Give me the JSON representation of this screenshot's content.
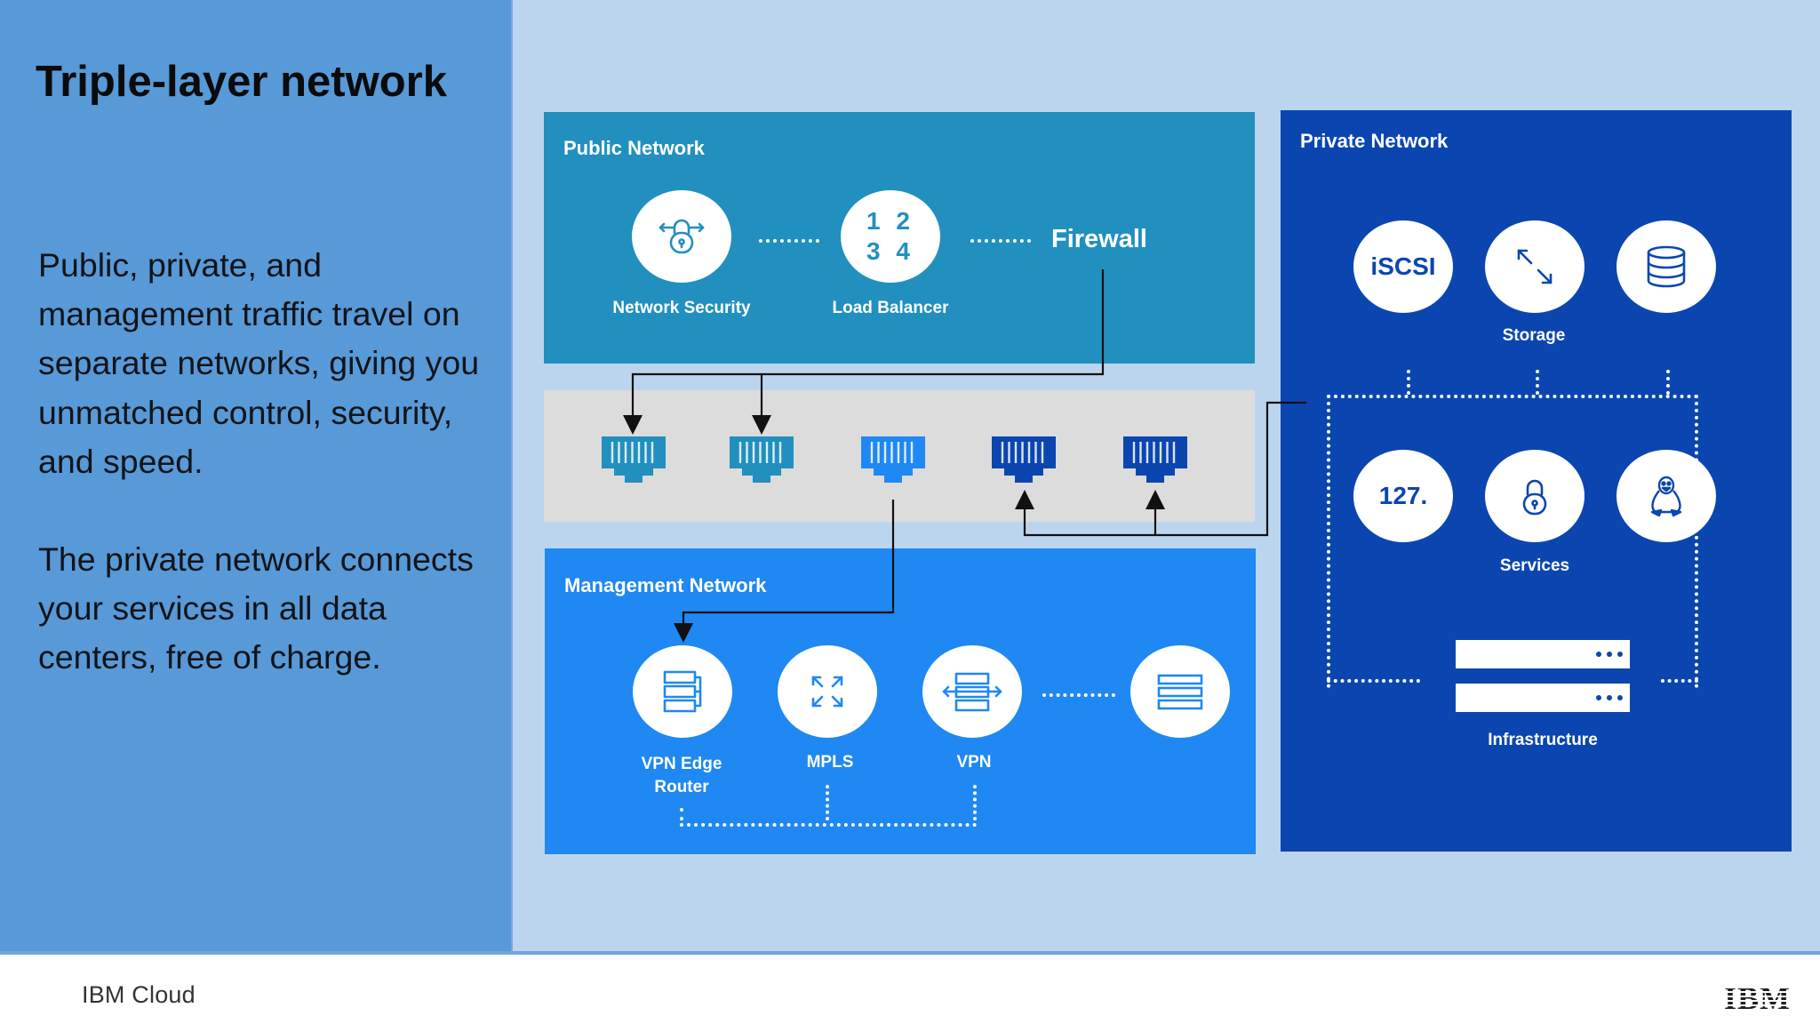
{
  "slide": {
    "title": "Triple-layer network",
    "paragraph_1": "Public, private, and management traffic travel on separate networks, giving you unmatched control, security, and speed.",
    "paragraph_2": "The private network connects your services in all data centers, free of charge."
  },
  "public_network": {
    "title": "Public Network",
    "network_security": {
      "label": "Network Security",
      "icon": "lock-arrows-icon"
    },
    "load_balancer": {
      "label": "Load Balancer",
      "icon_text_line1": "1 2",
      "icon_text_line2": "3 4"
    },
    "firewall_label": "Firewall"
  },
  "switch": {
    "ports": [
      {
        "icon": "ethernet-port-icon",
        "color": "#2190bf"
      },
      {
        "icon": "ethernet-port-icon",
        "color": "#2190bf"
      },
      {
        "icon": "ethernet-port-icon",
        "color": "#1f88f2"
      },
      {
        "icon": "ethernet-port-icon",
        "color": "#0b46b0"
      },
      {
        "icon": "ethernet-port-icon",
        "color": "#0b46b0"
      }
    ]
  },
  "management_network": {
    "title": "Management Network",
    "vpn_edge_router": {
      "label_line1": "VPN Edge",
      "label_line2": "Router",
      "icon": "server-stack-icon"
    },
    "mpls": {
      "label": "MPLS",
      "icon": "arrows-expand-icon"
    },
    "vpn": {
      "label": "VPN",
      "icon": "server-transfer-icon"
    },
    "extra": {
      "icon": "stacked-bars-icon"
    }
  },
  "private_network": {
    "title": "Private Network",
    "storage": {
      "label": "Storage",
      "iscsi_text": "iSCSI",
      "icons": [
        "iscsi-icon",
        "arrows-diagonal-icon",
        "database-icon"
      ]
    },
    "services": {
      "label": "Services",
      "ip_text": "127.",
      "icons": [
        "ip-address-icon",
        "lock-icon",
        "linux-penguin-icon"
      ]
    },
    "infrastructure": {
      "label": "Infrastructure",
      "icon": "server-rack-icon"
    }
  },
  "footer": {
    "brand": "IBM Cloud",
    "logo": "IBM"
  },
  "colors": {
    "public": "#2190bf",
    "management": "#1f88f2",
    "private": "#0b46b0",
    "switch_bg": "#dcdcdc",
    "left_panel": "#5899d8",
    "background": "#bcd5ee"
  }
}
